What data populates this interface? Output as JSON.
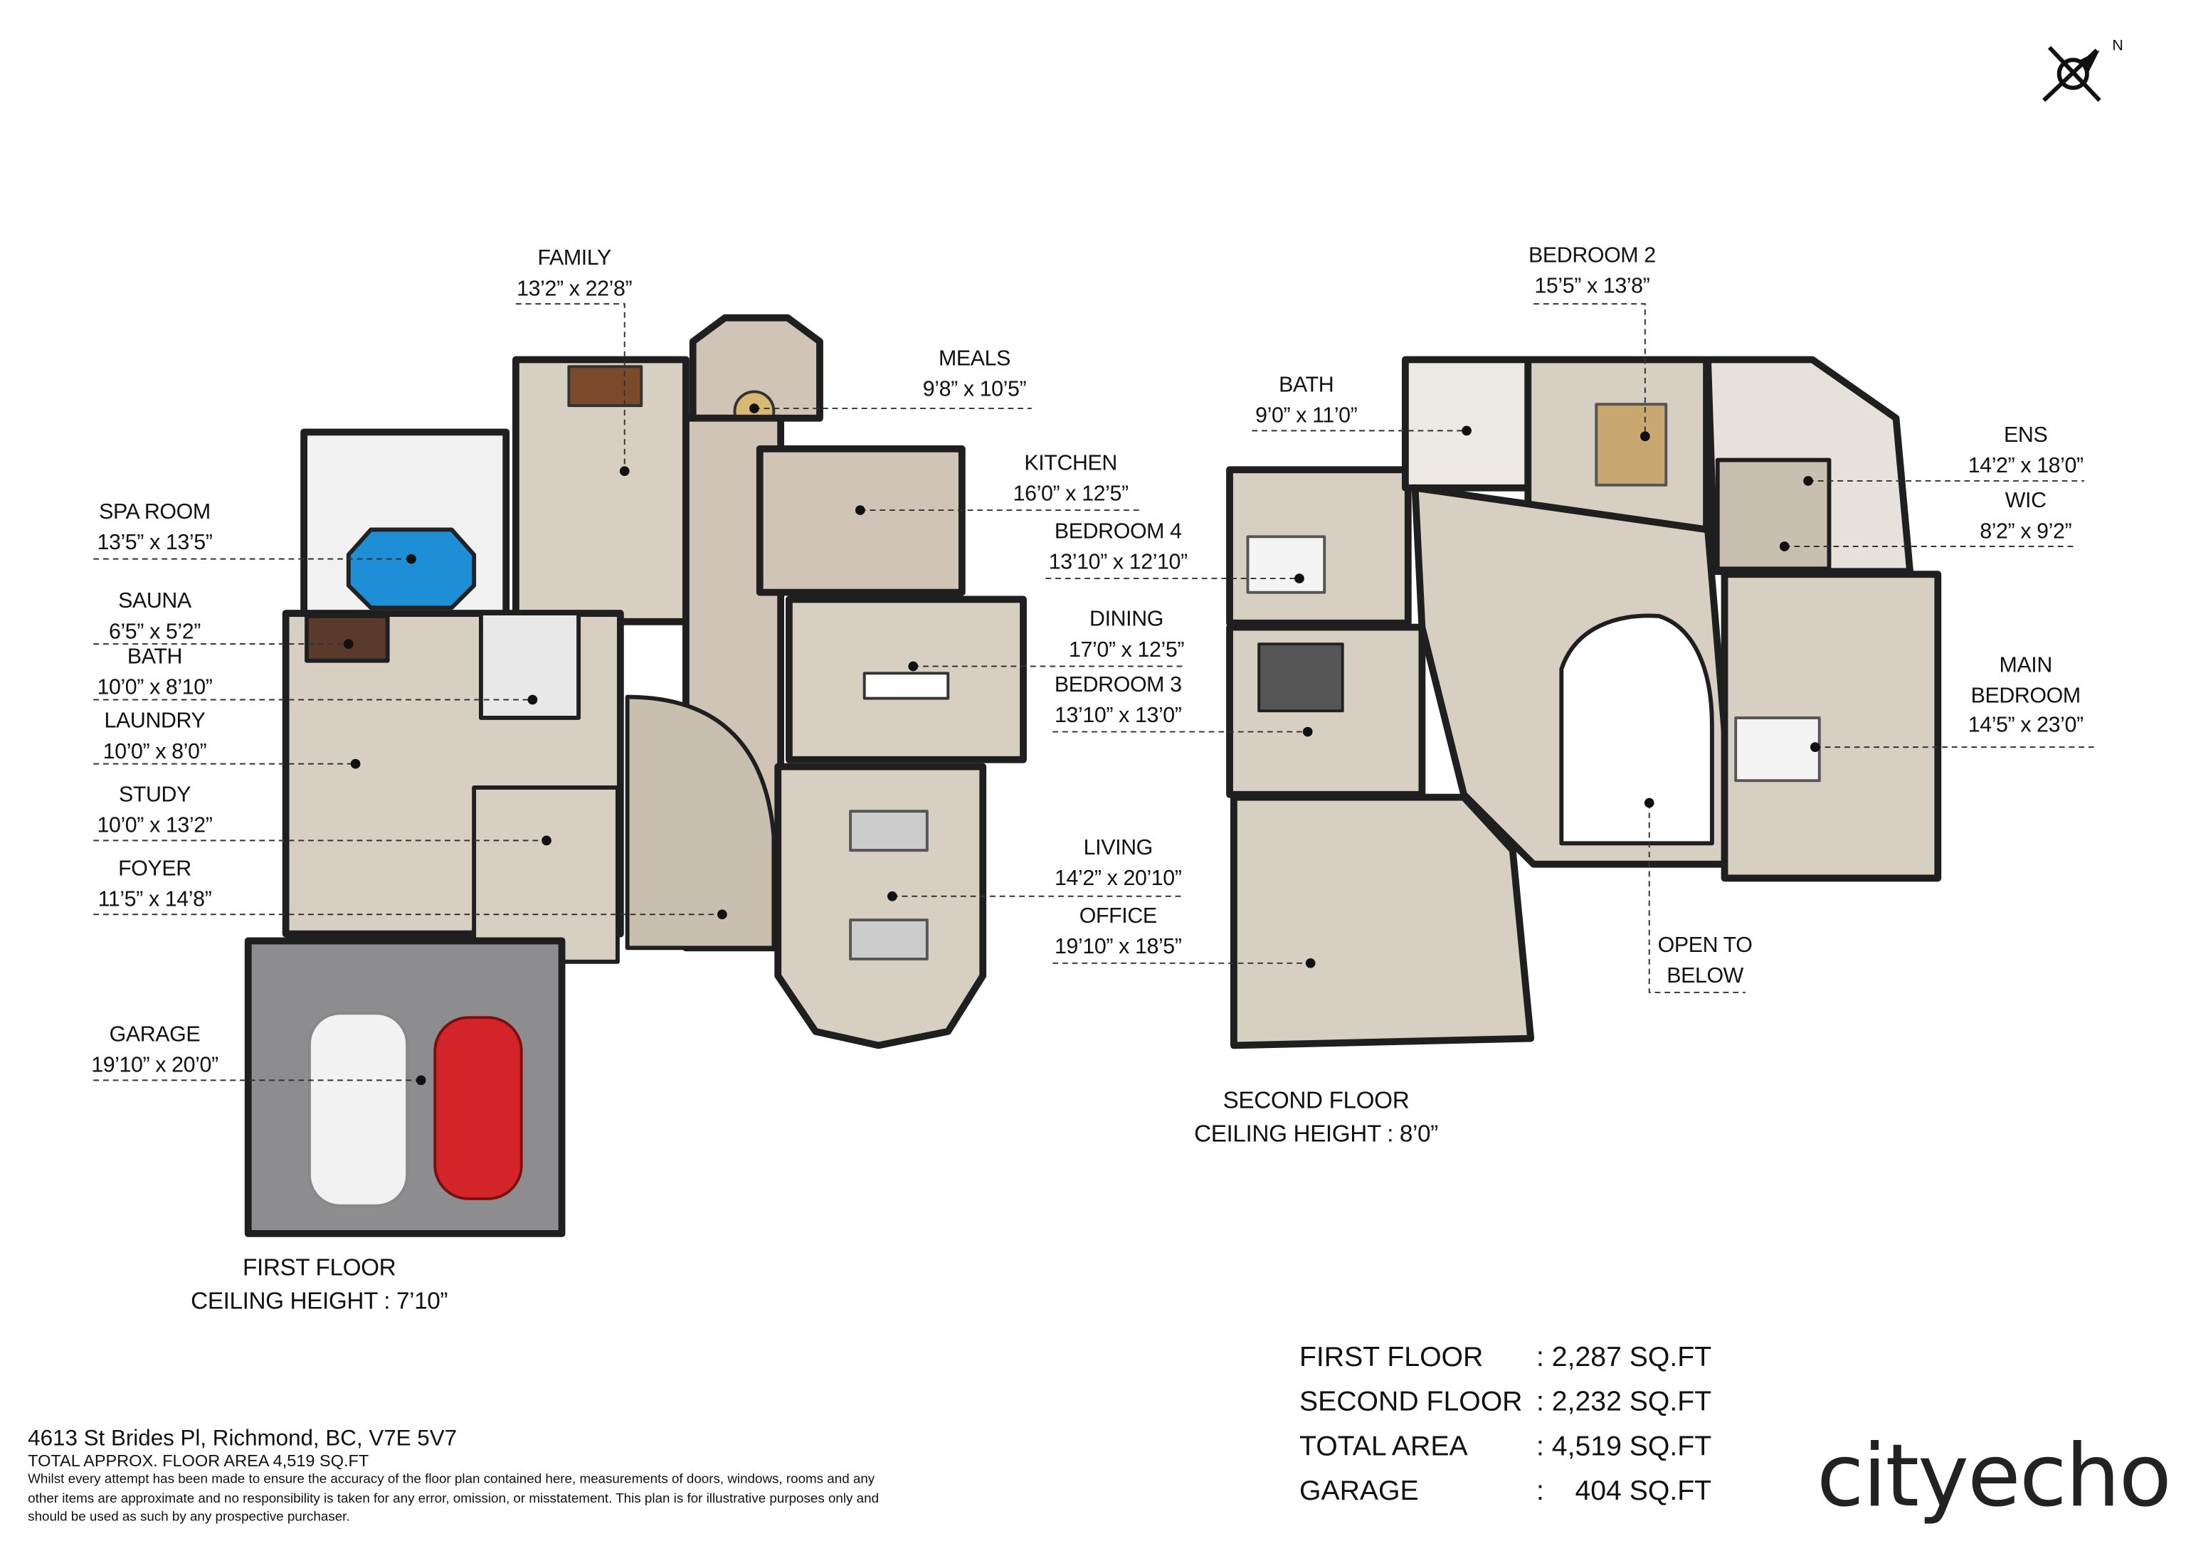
{
  "first_floor": {
    "title": "FIRST FLOOR",
    "ceiling": "CEILING HEIGHT : 7’10”",
    "rooms": [
      {
        "name": "FAMILY",
        "dims": "13’2” x 22’8”"
      },
      {
        "name": "MEALS",
        "dims": "9’8” x 10’5”"
      },
      {
        "name": "KITCHEN",
        "dims": "16’0” x 12’5”"
      },
      {
        "name": "DINING",
        "dims": "17’0” x 12’5”"
      },
      {
        "name": "LIVING",
        "dims": "14’2” x 20’10”"
      },
      {
        "name": "SPA ROOM",
        "dims": "13’5” x 13’5”"
      },
      {
        "name": "SAUNA",
        "dims": "6’5” x 5’2”"
      },
      {
        "name": "BATH",
        "dims": "10’0” x 8’10”"
      },
      {
        "name": "LAUNDRY",
        "dims": "10’0” x 8’0”"
      },
      {
        "name": "STUDY",
        "dims": "10’0” x 13’2”"
      },
      {
        "name": "FOYER",
        "dims": "11’5” x 14’8”"
      },
      {
        "name": "GARAGE",
        "dims": "19’10” x 20’0”"
      }
    ]
  },
  "second_floor": {
    "title": "SECOND FLOOR",
    "ceiling": "CEILING HEIGHT : 8’0”",
    "rooms": [
      {
        "name": "BATH",
        "dims": "9’0” x 11’0”"
      },
      {
        "name": "BEDROOM 2",
        "dims": "15’5” x 13’8”"
      },
      {
        "name": "BEDROOM 4",
        "dims": "13’10” x 12’10”"
      },
      {
        "name": "BEDROOM 3",
        "dims": "13’10” x 13’0”"
      },
      {
        "name": "OFFICE",
        "dims": "19’10” x 18’5”"
      },
      {
        "name": "ENS",
        "dims": "14’2” x 18’0”"
      },
      {
        "name": "WIC",
        "dims": "8’2” x 9’2”"
      },
      {
        "name": "MAIN BEDROOM",
        "name2": "MAIN",
        "name3": "BEDROOM",
        "dims": "14’5” x 23’0”"
      },
      {
        "name": "OPEN TO",
        "dims": "BELOW"
      }
    ]
  },
  "areas": [
    {
      "label": "FIRST FLOOR",
      "value": ": 2,287 SQ.FT"
    },
    {
      "label": "SECOND FLOOR",
      "value": ": 2,232 SQ.FT"
    },
    {
      "label": "TOTAL AREA",
      "value": ": 4,519 SQ.FT"
    },
    {
      "label": "GARAGE",
      "value": ":    404 SQ.FT"
    }
  ],
  "address": "4613 St Brides Pl, Richmond, BC, V7E 5V7",
  "total_area": "TOTAL APPROX. FLOOR AREA 4,519 SQ.FT",
  "disclaimer": "Whilst every attempt has been made to ensure the accuracy of the floor plan contained here, measurements of doors, windows, rooms and any other items are approximate and no responsibility is taken for any error, omission, or misstatement. This plan is for illustrative purposes only and should be used as such by any prospective purchaser.",
  "compass_label": "N",
  "logo": "cityecho",
  "colors": {
    "floor": "#d8cfc3",
    "wall": "#1f1f1f",
    "garage": "#8d8d8f",
    "pool": "#1e8fd6",
    "car_red": "#d3242a"
  }
}
